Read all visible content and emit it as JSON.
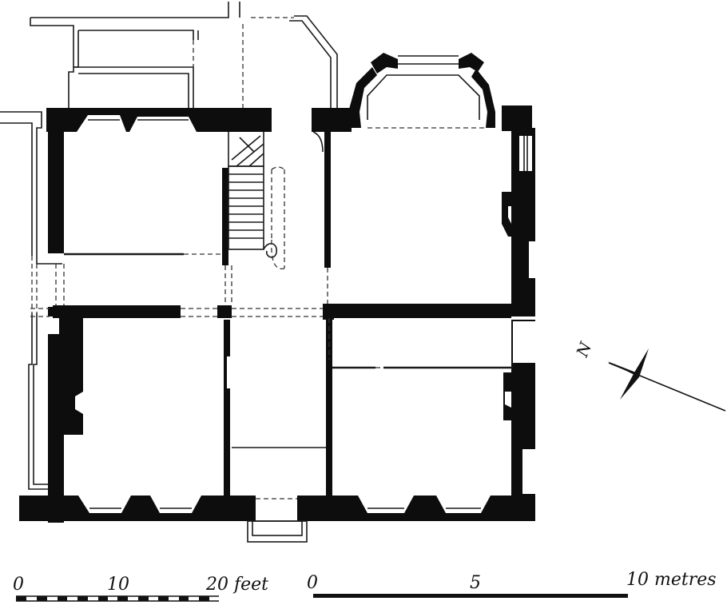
{
  "north_label": "N",
  "scale_feet": {
    "ticks": [
      "0",
      "10",
      "20 feet"
    ]
  },
  "scale_metres": {
    "ticks": [
      "0",
      "5",
      "10 metres"
    ]
  }
}
